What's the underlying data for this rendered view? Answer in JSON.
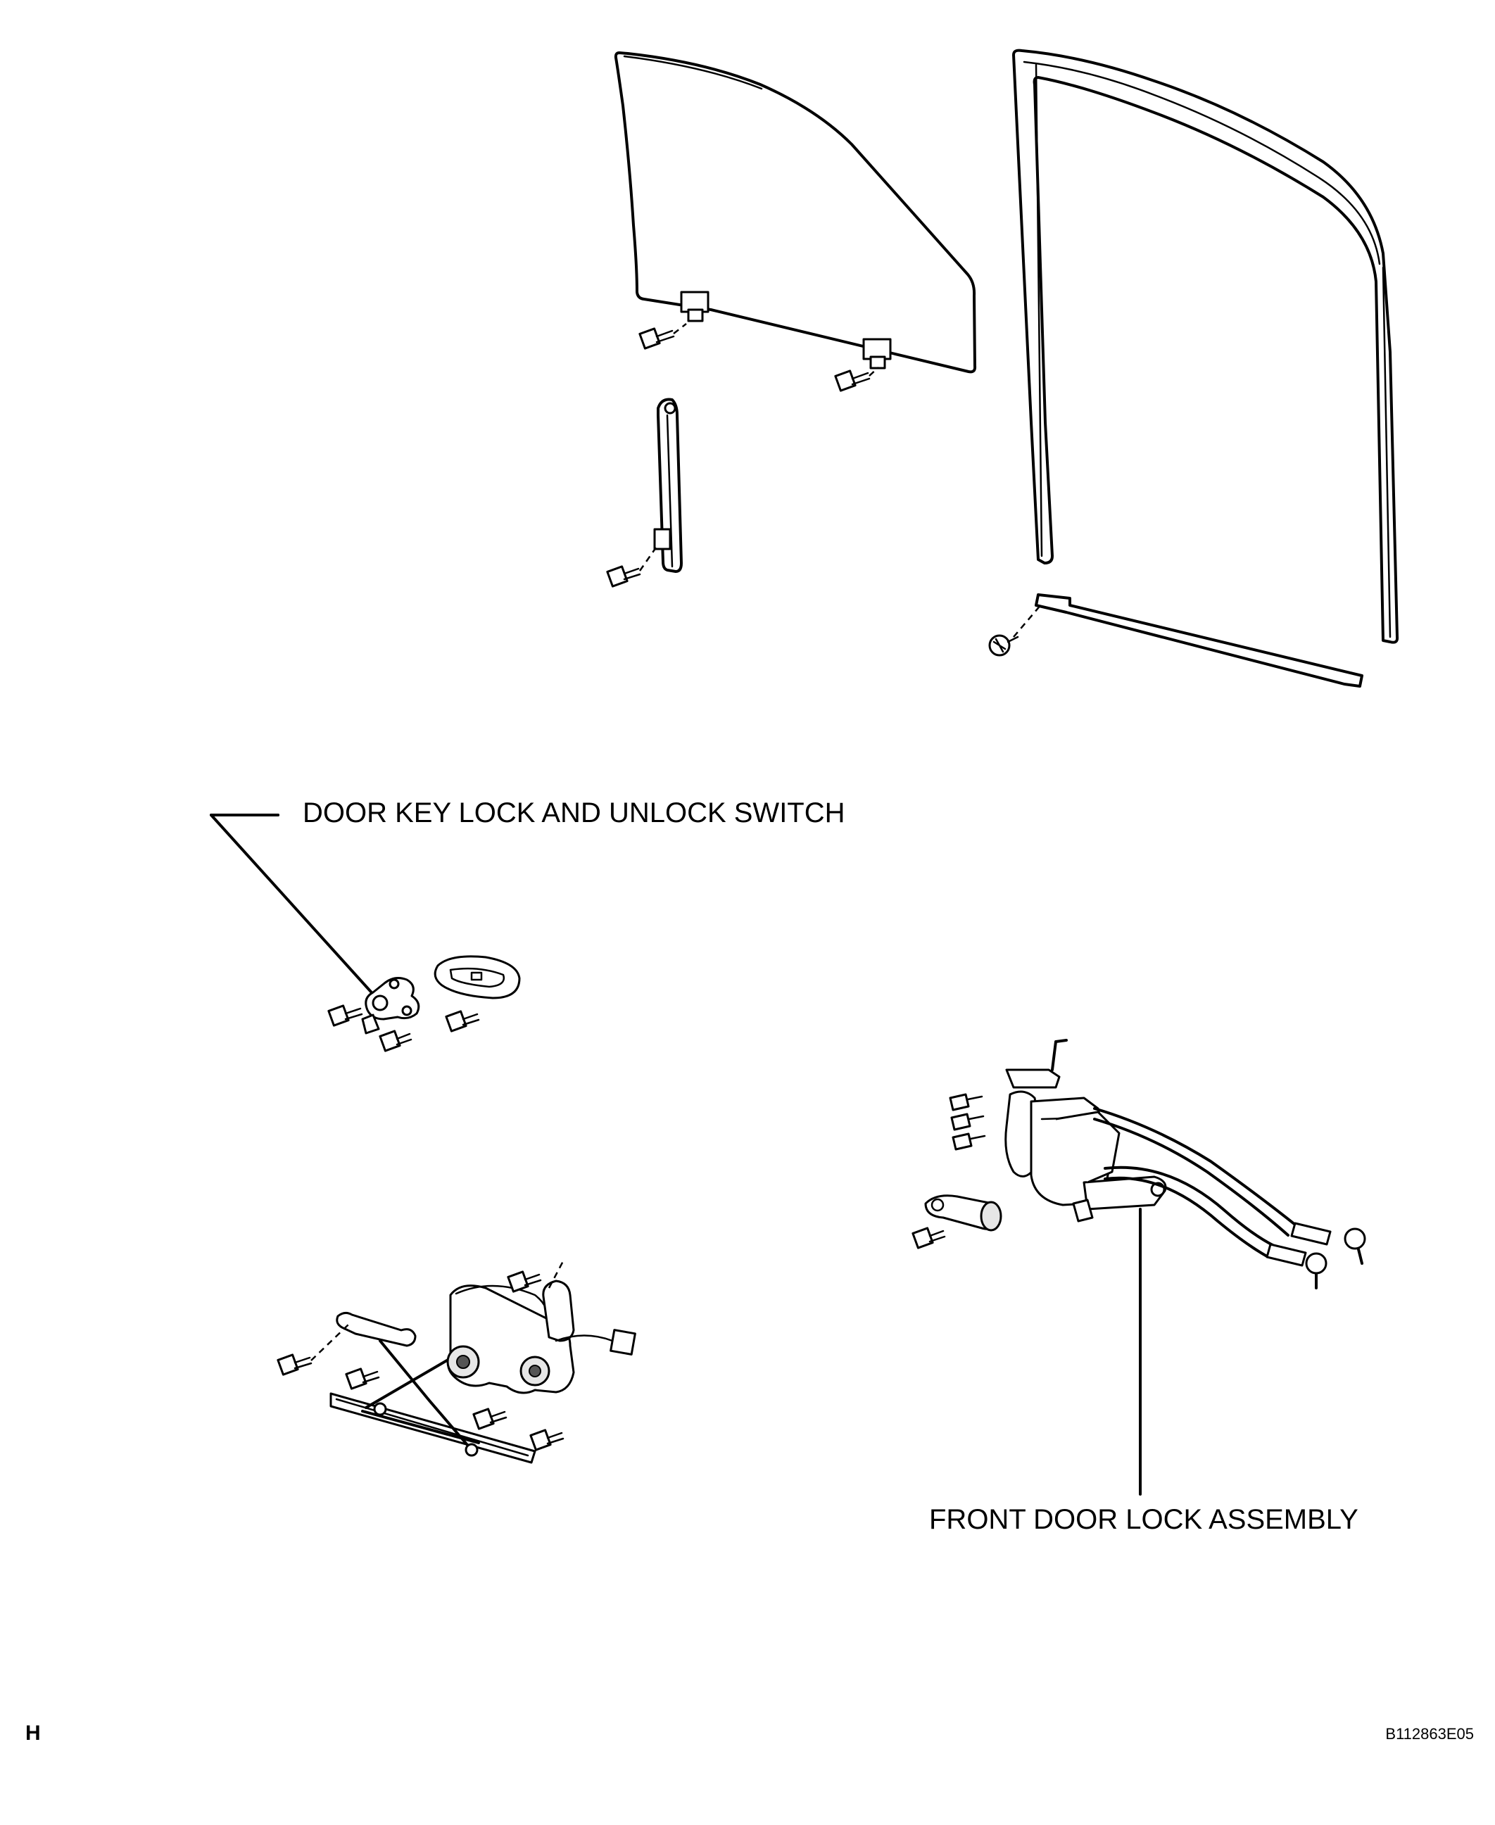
{
  "labels": {
    "key_switch": "DOOR KEY LOCK AND UNLOCK SWITCH",
    "lock_assembly": "FRONT DOOR LOCK ASSEMBLY"
  },
  "corner_mark": "H",
  "sheet_id": "B112863E05"
}
